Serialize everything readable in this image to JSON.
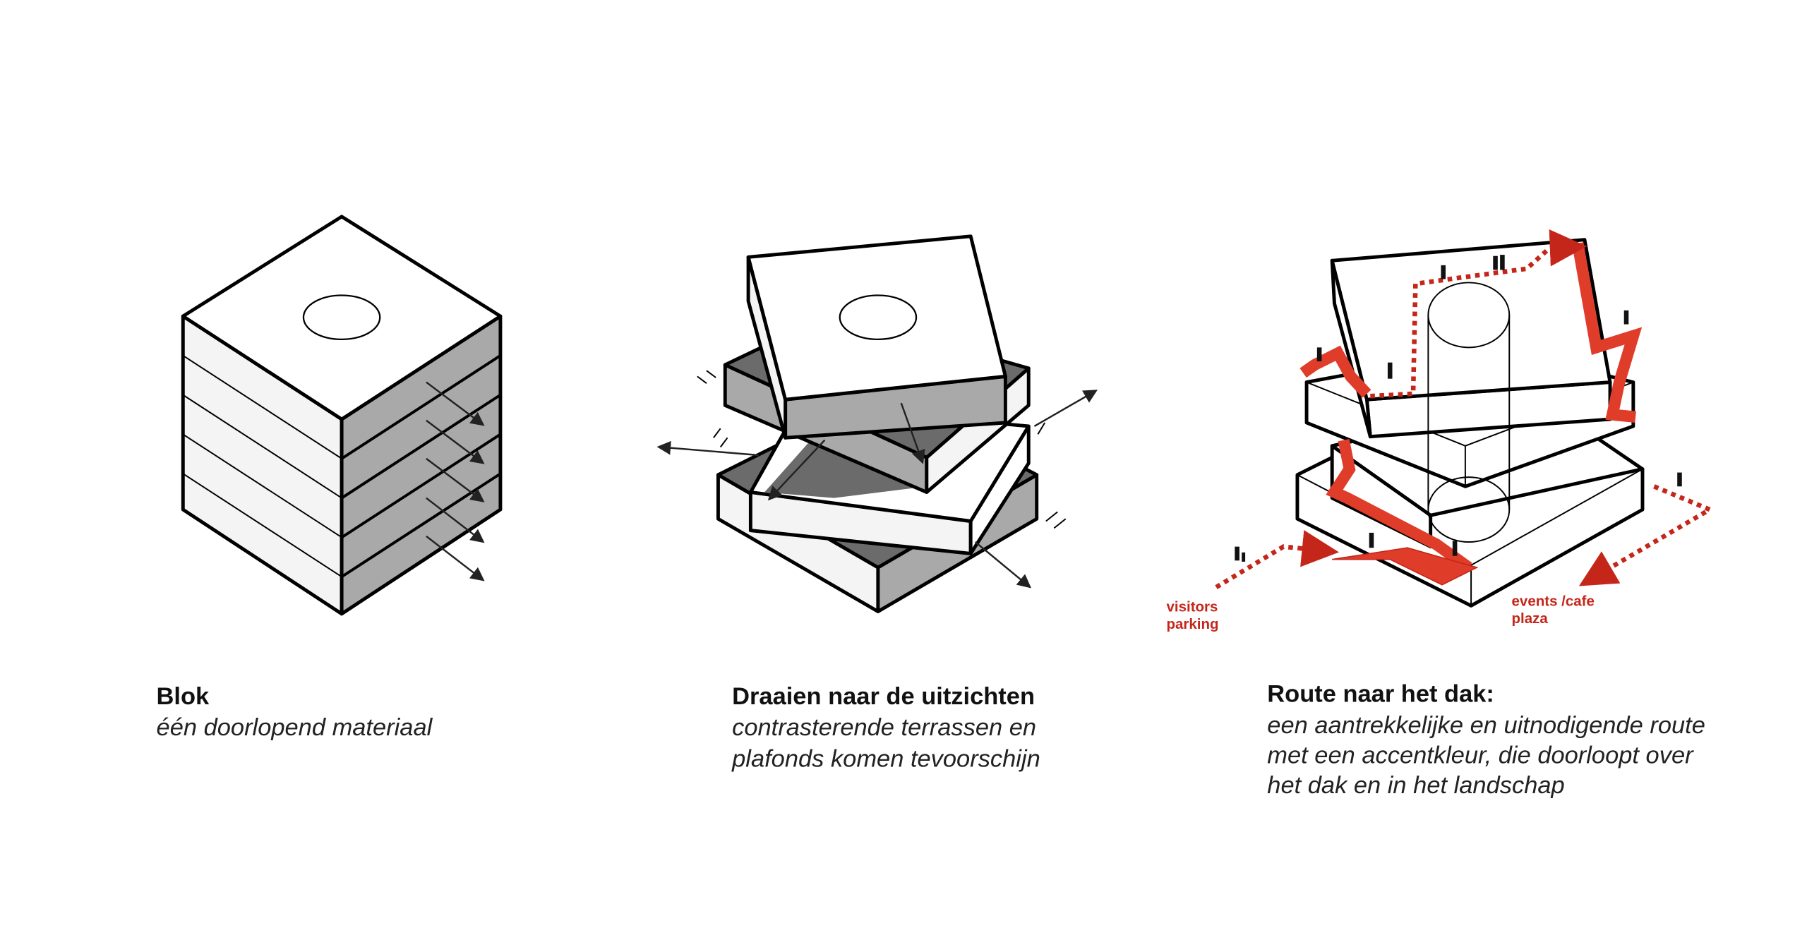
{
  "colors": {
    "accent": "#e03c2a",
    "dark_face": "#6b6b6b",
    "mid_face": "#a9a9a9",
    "light_face": "#f2f2f2"
  },
  "panels": [
    {
      "title": "Blok",
      "lines": [
        "één doorlopend materiaal"
      ]
    },
    {
      "title": "Draaien naar de uitzichten",
      "lines": [
        "contrasterende terrassen en",
        "plafonds komen tevoorschijn"
      ]
    },
    {
      "title": "Route naar het dak:",
      "lines": [
        "een aantrekkelijke en uitnodigende route",
        "met een accentkleur, die doorloopt over",
        "het dak en in het landschap"
      ]
    }
  ],
  "labels": {
    "visitors_parking": [
      "visitors",
      "parking"
    ],
    "events_plaza": [
      "events /cafe",
      "plaza"
    ]
  }
}
